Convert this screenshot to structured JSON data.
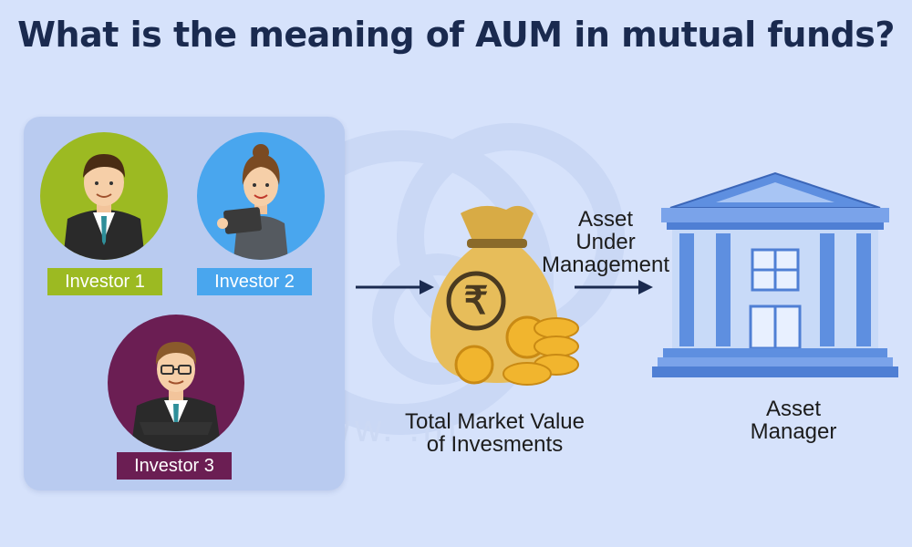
{
  "title": "What is the meaning of AUM in mutual funds?",
  "investors": [
    {
      "label": "Investor 1",
      "color": "#9cba22"
    },
    {
      "label": "Investor 2",
      "color": "#49a6ee"
    },
    {
      "label": "Investor 3",
      "color": "#6b1e53"
    }
  ],
  "money_bag": {
    "symbol": "₹",
    "caption_line1": "Total Market Value",
    "caption_line2": "of Invesments"
  },
  "arrow_label": {
    "line1": "Asset",
    "line2": "Under",
    "line3": "Management"
  },
  "manager": {
    "line1": "Asset",
    "line2": "Manager"
  },
  "watermark": "www.                 .in",
  "colors": {
    "background": "#d6e2fb",
    "panel": "#b9cbf0",
    "title": "#1a2a4f",
    "arrow": "#1a2a4f",
    "building": "#6f9ae3"
  }
}
